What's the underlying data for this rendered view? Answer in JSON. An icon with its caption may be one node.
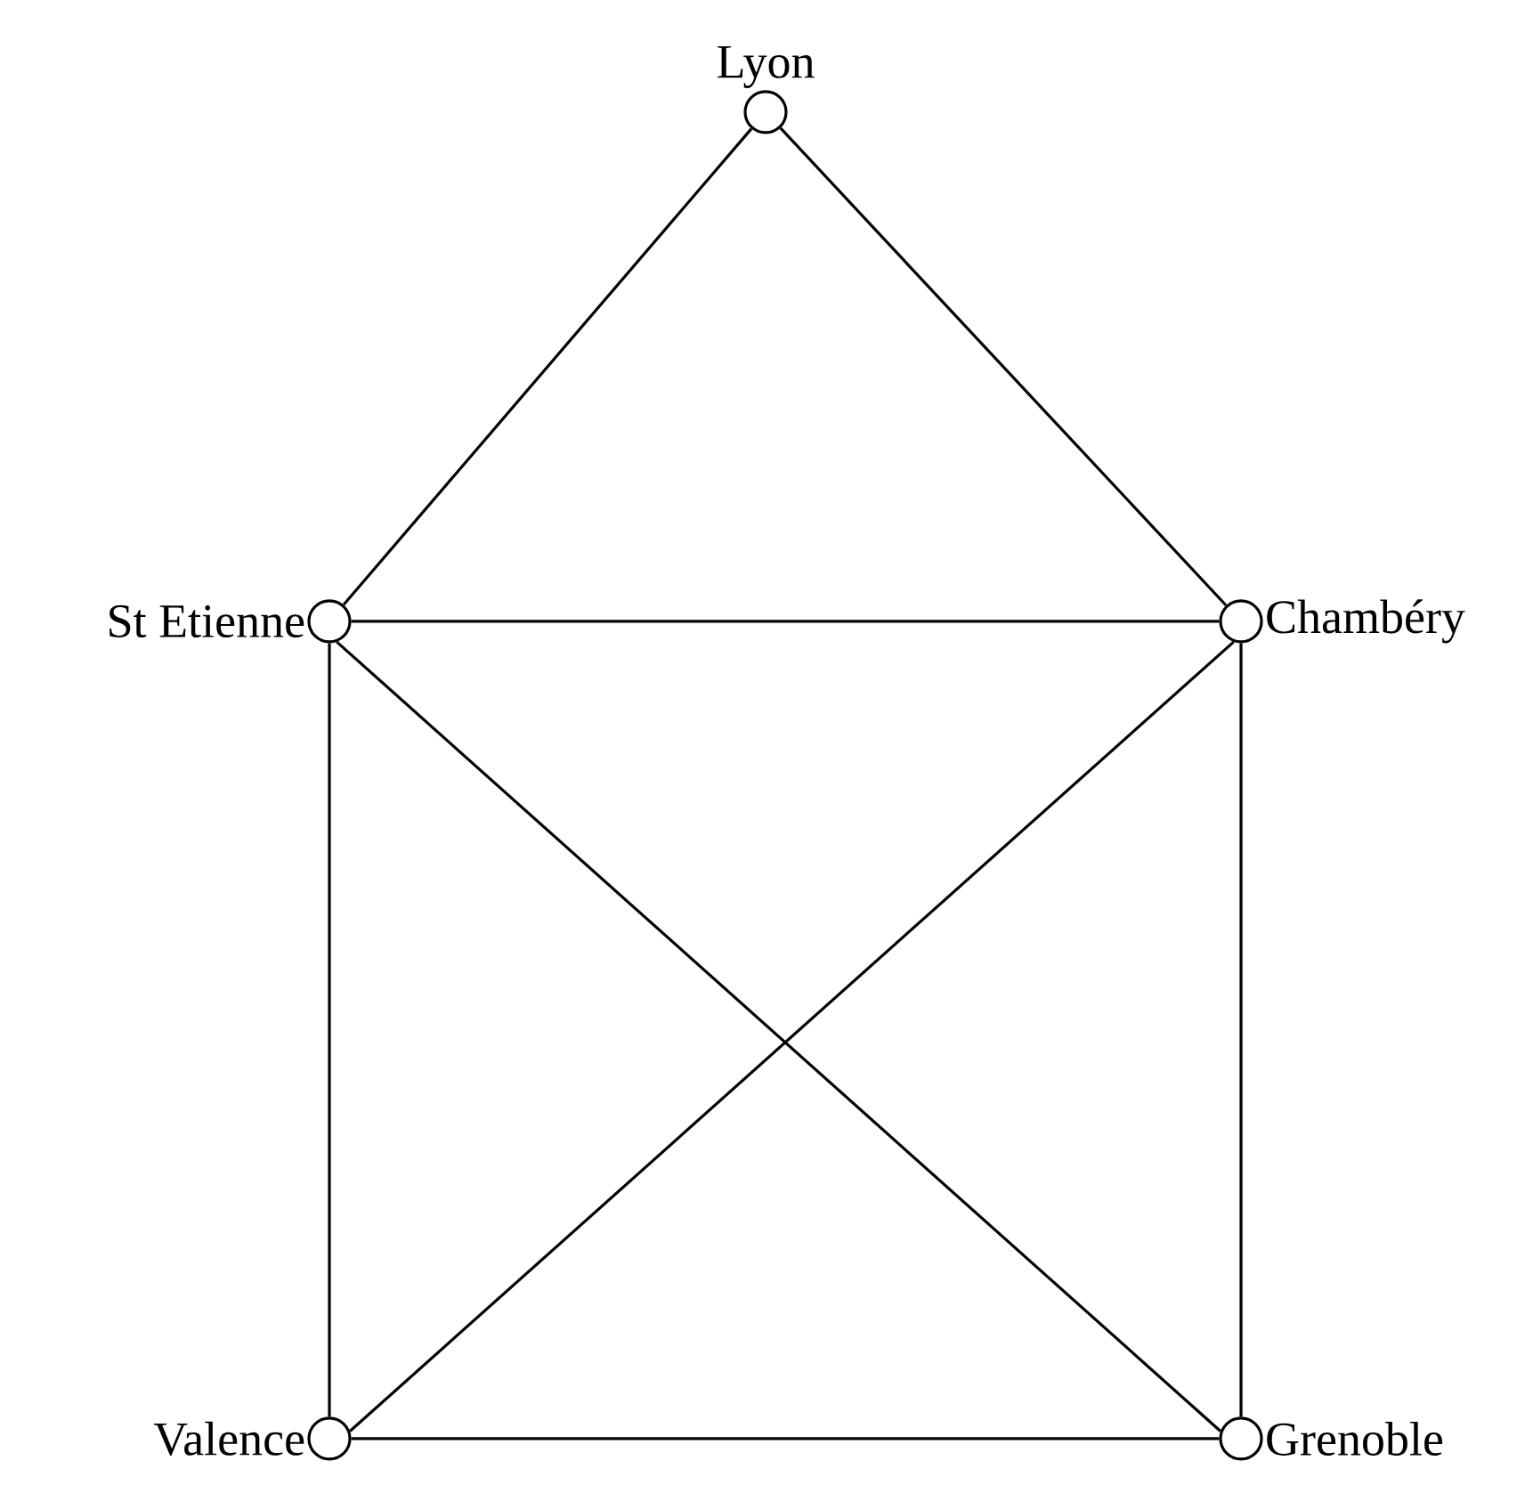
{
  "diagram": {
    "nodes": [
      {
        "text": [],
        "shape": "circle",
        "beside": [
          "Lyon"
        ]
      },
      {
        "text": [],
        "shape": "circle",
        "beside": [
          "St Etienne"
        ]
      },
      {
        "text": [],
        "shape": "circle",
        "beside": [
          "Chambéry"
        ]
      },
      {
        "text": [],
        "shape": "circle",
        "beside": [
          "Valence"
        ]
      },
      {
        "text": [],
        "shape": "circle",
        "beside": [
          "Grenoble"
        ]
      }
    ],
    "edges": [
      {
        "from": 0,
        "to": 1,
        "arrow": "none"
      },
      {
        "from": 0,
        "to": 2,
        "arrow": "none"
      },
      {
        "from": 1,
        "to": 2,
        "arrow": "none"
      },
      {
        "from": 1,
        "to": 3,
        "arrow": "none"
      },
      {
        "from": 1,
        "to": 4,
        "arrow": "none"
      },
      {
        "from": 2,
        "to": 3,
        "arrow": "none"
      },
      {
        "from": 2,
        "to": 4,
        "arrow": "none"
      },
      {
        "from": 3,
        "to": 4,
        "arrow": "none"
      }
    ]
  }
}
